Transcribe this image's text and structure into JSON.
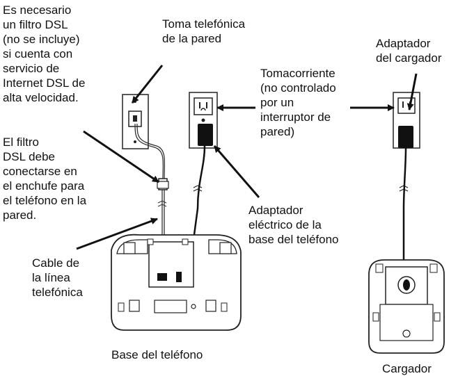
{
  "labels": {
    "dsl_note": [
      "Es necesario",
      "un filtro DSL",
      "(no se incluye)",
      "si cuenta con",
      "servicio de",
      "Internet DSL de",
      "alta velocidad."
    ],
    "wall_jack": [
      "Toma telefónica",
      "de la pared"
    ],
    "filter_note": [
      "El filtro",
      "DSL debe",
      "conectarse en",
      "el enchufe para",
      "el teléfono en la",
      "pared."
    ],
    "phone_line_cord": [
      "Cable de",
      "la línea",
      "telefónica"
    ],
    "outlet": [
      "Tomacorriente",
      "(no controlado",
      "por un",
      "interruptor de",
      "pared)"
    ],
    "charger_adapter": [
      "Adaptador",
      "del cargador"
    ],
    "base_power_adapter": [
      "Adaptador",
      "eléctrico de la",
      "base del teléfono"
    ],
    "base_caption": "Base del teléfono",
    "charger_caption": "Cargador"
  },
  "colors": {
    "ink": "#111111",
    "line": "#222222",
    "fill_dark": "#111111",
    "fill_light": "#ffffff"
  }
}
